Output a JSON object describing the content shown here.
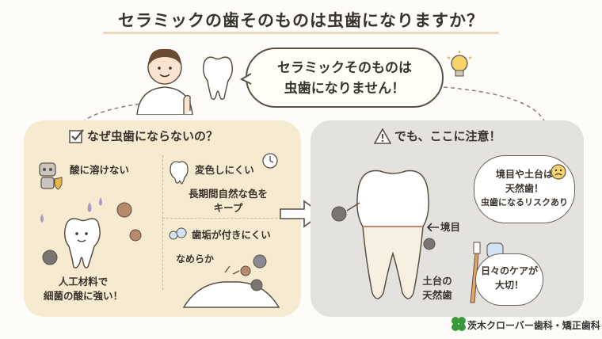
{
  "title": "セラミックの歯そのものは虫歯になりますか？",
  "bubble": {
    "line1": "セラミックそのものは",
    "line2": "虫歯になりません！"
  },
  "left_panel": {
    "title": "なぜ虫歯にならないの？",
    "acid_heading": "酸に溶けない",
    "acid_caption_line1": "人工材料で",
    "acid_caption_line2": "細菌の酸に強い！",
    "discolor_heading": "変色しにくい",
    "discolor_line1": "長期間自然な色を",
    "discolor_line2": "キープ",
    "plaque_heading": "歯垢が付きにくい",
    "smooth_label": "なめらか"
  },
  "right_panel": {
    "title": "でも、ここに注意！",
    "border_label": "境目",
    "base_label_line1": "土台の",
    "base_label_line2": "天然歯",
    "warning_line1": "境目や土台は",
    "warning_line2": "天然歯！",
    "warning_line3": "虫歯になるリスクあり",
    "care_line1": "日々のケアが",
    "care_line2": "大切！"
  },
  "logo": "茨木クローバー歯科・矯正歯科",
  "colors": {
    "left_panel": "#f6ead0",
    "right_panel": "#e3e2df",
    "accent": "#e6b84c",
    "logo_green": "#3a9a3a"
  },
  "icons": [
    "checkbox-icon",
    "warning-icon",
    "lightbulb-icon",
    "robot-icon",
    "shield-icon",
    "sparkle-icon",
    "clock-icon",
    "bubbles-icon",
    "germ-icon",
    "toothbrush-icon",
    "floss-icon",
    "worried-face-icon",
    "clover-icon",
    "arrow-right-icon"
  ]
}
